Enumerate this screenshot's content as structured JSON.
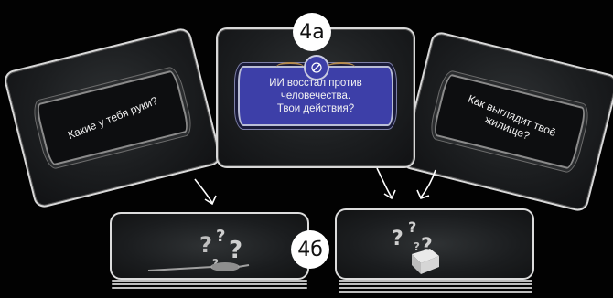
{
  "cards": {
    "left": {
      "text": "Какие у тебя руки?"
    },
    "center": {
      "text_line1": "ИИ восстал против человечества.",
      "text_line2": "Твои действия?",
      "emblem": "compass-icon",
      "accent": "#3d3fa8"
    },
    "right": {
      "text": "Как выглядит твоё жилище?"
    }
  },
  "labels": {
    "a": "4а",
    "b": "4б"
  },
  "decks": {
    "left": {
      "art": "question-marks-with-cursor-icon"
    },
    "right": {
      "art": "question-marks-with-box-icon"
    }
  },
  "colors": {
    "background": "#020202",
    "card_border": "#d8d8d8",
    "label_bg": "#ffffff"
  }
}
